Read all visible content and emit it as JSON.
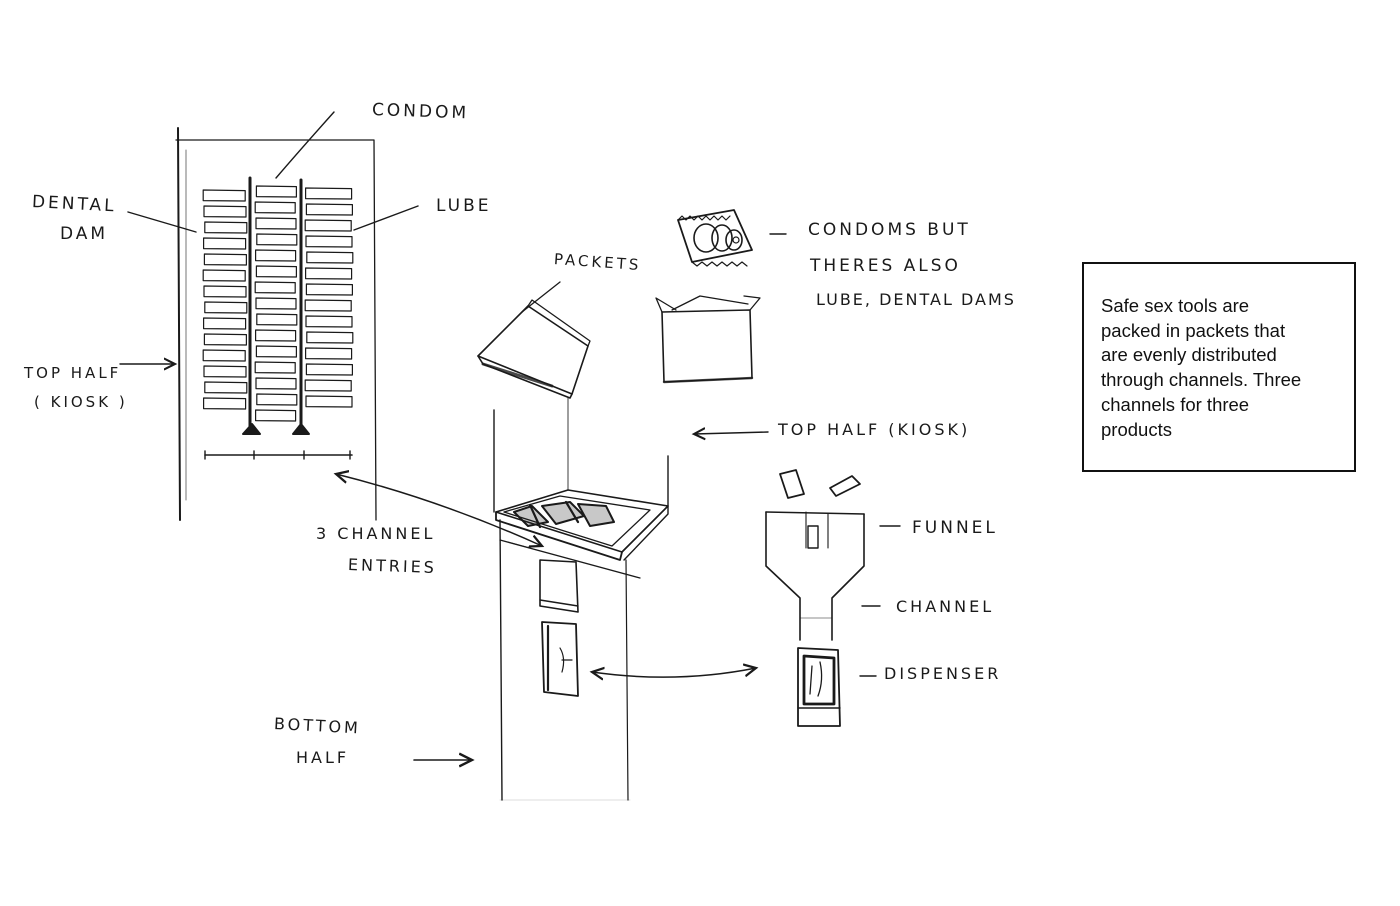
{
  "labels": {
    "condom": "CONDOM",
    "dental_dam_line1": "DENTAL",
    "dental_dam_line2": "DAM",
    "lube": "LUBE",
    "top_half_left_line1": "TOP HALF",
    "top_half_left_line2": "( KIOSK )",
    "packets": "PACKETS",
    "condoms_but_line1": "CONDOMS BUT",
    "condoms_but_line2": "THERES ALSO",
    "condoms_but_line3": "LUBE, DENTAL DAMS",
    "top_half_right": "TOP HALF (KIOSK)",
    "channel_entries_line1": "3 CHANNEL",
    "channel_entries_line2": "ENTRIES",
    "funnel": "FUNNEL",
    "channel": "CHANNEL",
    "dispenser": "DISPENSER",
    "bottom_half_line1": "BOTTOM",
    "bottom_half_line2": "HALF"
  },
  "note": {
    "text": "Safe sex tools are\npacked in packets that\nare evenly distributed\nthrough channels.  Three\nchannels for three\nproducts"
  },
  "colors": {
    "ink": "#1a1a1a",
    "paper": "#ffffff"
  }
}
